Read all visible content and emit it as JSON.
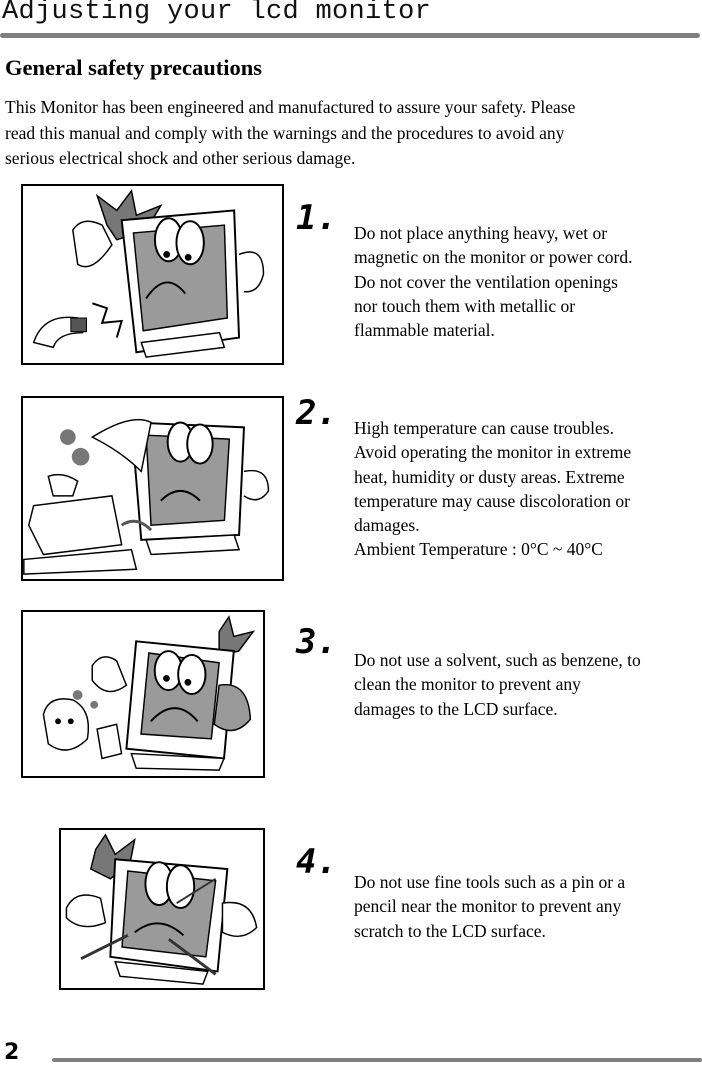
{
  "header": {
    "title": "Adjusting your lcd monitor",
    "rule_color": "#7f7f7f"
  },
  "section": {
    "title": "General safety precautions",
    "intro_lines": [
      "This Monitor has been engineered and manufactured to assure your safety. Please",
      "read this manual and comply with the warnings and the procedures to avoid any",
      "serious electrical shock and other serious damage."
    ]
  },
  "precautions": [
    {
      "number": "1.",
      "illustration": "monitor-magnet-illustration",
      "lines": [
        "Do not place anything heavy, wet or",
        "magnetic on the monitor or power cord.",
        "Do not cover the ventilation openings",
        "nor touch them with metallic or",
        "flammable material."
      ]
    },
    {
      "number": "2.",
      "illustration": "monitor-heat-illustration",
      "lines": [
        "High temperature can cause troubles.",
        "Avoid operating the monitor in extreme",
        "heat, humidity or dusty areas. Extreme",
        "temperature may cause discoloration or",
        "damages.",
        "Ambient Temperature : 0°C ~ 40°C"
      ]
    },
    {
      "number": "3.",
      "illustration": "monitor-solvent-illustration",
      "lines": [
        "Do not use a solvent, such as benzene, to",
        "clean the monitor to prevent any",
        "damages to the LCD surface."
      ]
    },
    {
      "number": "4.",
      "illustration": "monitor-sharp-tools-illustration",
      "lines": [
        "Do not use fine tools such as a pin or a",
        "pencil near the monitor to prevent any",
        "scratch to the LCD surface."
      ]
    }
  ],
  "footer": {
    "page_number": "2"
  }
}
